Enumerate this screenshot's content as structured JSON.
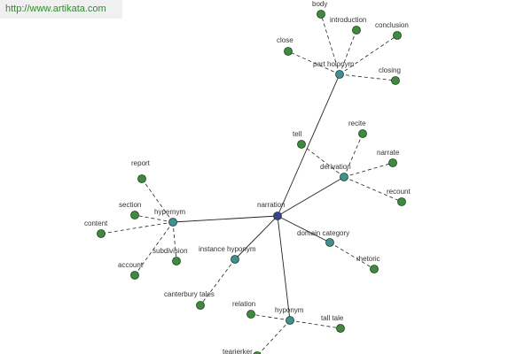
{
  "watermark": {
    "url": "http://www.artikata.com"
  },
  "colors": {
    "root_node": "#3a3f8f",
    "relation_node": "#3f8f95",
    "leaf_node": "#3f8a3f",
    "node_stroke": "#1f3f1f",
    "edge": "#222222",
    "leaf_edge": "#222222",
    "label": "#333333",
    "banner_text": "#2e8b2e",
    "banner_bg": "#f0f0f0"
  },
  "graph": {
    "root": {
      "id": "narration",
      "label": "narration"
    },
    "relations": [
      {
        "id": "hypernym",
        "label": "hypernym",
        "leaves": [
          "report",
          "section",
          "content",
          "account",
          "subdivision"
        ]
      },
      {
        "id": "instance-hyponym",
        "label": "instance hyponym",
        "leaves": [
          "canterbury tales"
        ]
      },
      {
        "id": "hyponym",
        "label": "hyponym",
        "leaves": [
          "relation",
          "tall tale",
          "tearjerker"
        ]
      },
      {
        "id": "domain-category",
        "label": "domain category",
        "leaves": [
          "rhetoric"
        ]
      },
      {
        "id": "derivation",
        "label": "derivation",
        "leaves": [
          "tell",
          "recite",
          "narrate",
          "recount"
        ]
      },
      {
        "id": "part-holonym",
        "label": "part holonym",
        "leaves": [
          "close",
          "body",
          "introduction",
          "conclusion",
          "closing"
        ]
      }
    ]
  }
}
